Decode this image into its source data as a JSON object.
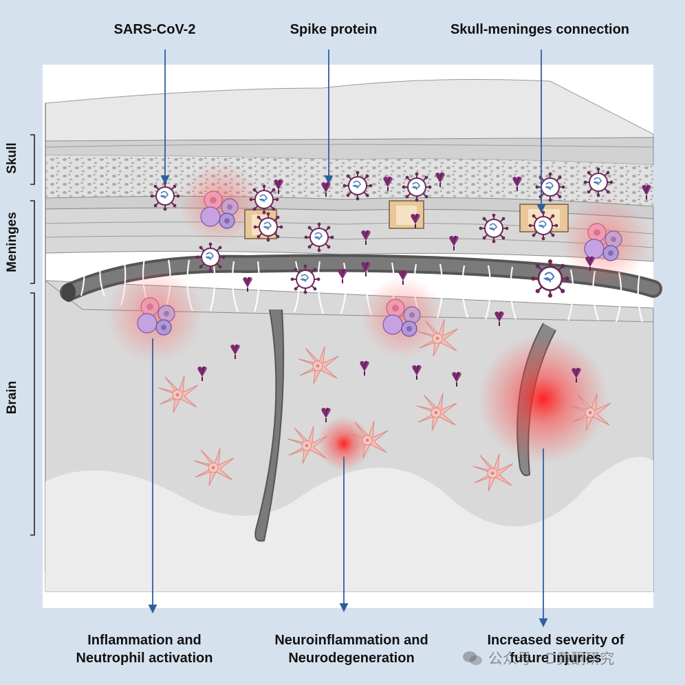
{
  "top_labels": {
    "sars": "SARS-CoV-2",
    "spike": "Spike protein",
    "skull_meninges": "Skull-meninges connection"
  },
  "side_labels": {
    "skull": "Skull",
    "meninges": "Meninges",
    "brain": "Brain"
  },
  "bottom_labels": {
    "inflammation_line1": "Inflammation and",
    "inflammation_line2": "Neutrophil activation",
    "neuro_line1": "Neuroinflammation and",
    "neuro_line2": "Neurodegeneration",
    "severity_line1": "Increased severity of",
    "severity_line2": "future injuries"
  },
  "watermark": "公众号 · D黄酮研究",
  "colors": {
    "background": "#d6e1ee",
    "arrow": "#2e5e9e",
    "glow": "#ff3030",
    "spike": "#7a2a6e",
    "virus": "#6b2a5a",
    "astrocyte": "#f4b5b0",
    "bone_window": "#e8c79a"
  }
}
